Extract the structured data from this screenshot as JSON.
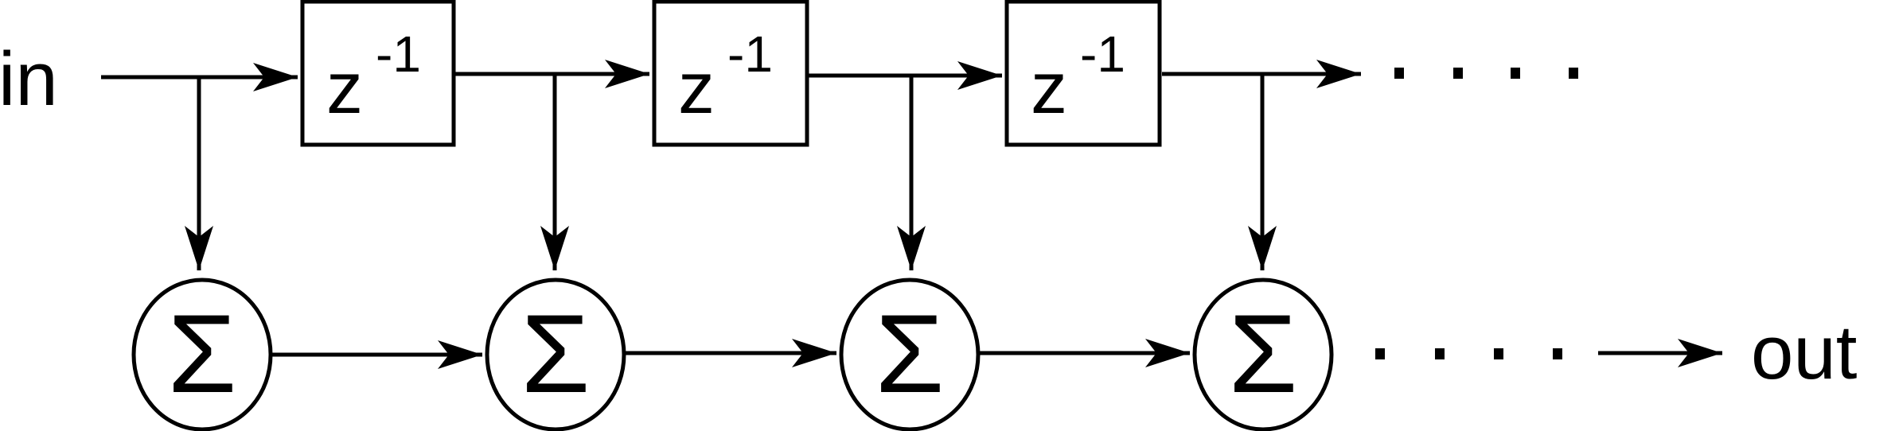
{
  "input_label": "in",
  "output_label": "out",
  "delay_blocks": [
    {
      "symbol": "z",
      "exponent": "-1"
    },
    {
      "symbol": "z",
      "exponent": "-1"
    },
    {
      "symbol": "z",
      "exponent": "-1"
    }
  ],
  "summing_nodes": [
    {
      "symbol": "Σ"
    },
    {
      "symbol": "Σ"
    },
    {
      "symbol": "Σ"
    },
    {
      "symbol": "Σ"
    }
  ],
  "continuation_marks": [
    "· · · ·",
    "· · · ·"
  ],
  "colors": {
    "stroke": "#000000",
    "background": "#ffffff"
  }
}
